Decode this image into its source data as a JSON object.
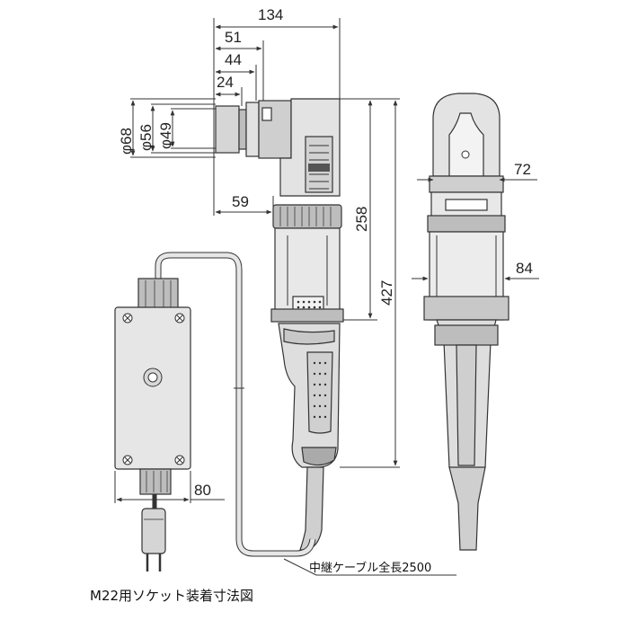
{
  "dimensions": {
    "d134": "134",
    "d51": "51",
    "d44": "44",
    "d24": "24",
    "d68": "φ68",
    "d56": "φ56",
    "d49": "φ49",
    "d59": "59",
    "d258": "258",
    "d427": "427",
    "d72": "72",
    "d84": "84",
    "d80": "80"
  },
  "labels": {
    "cable_note": "中継ケーブル全長2500",
    "caption": "M22用ソケット装着寸法図"
  },
  "colors": {
    "body_light": "#e6e6e6",
    "body_mid": "#cfcfcf",
    "body_dark": "#a9a9a9",
    "line": "#333333"
  }
}
